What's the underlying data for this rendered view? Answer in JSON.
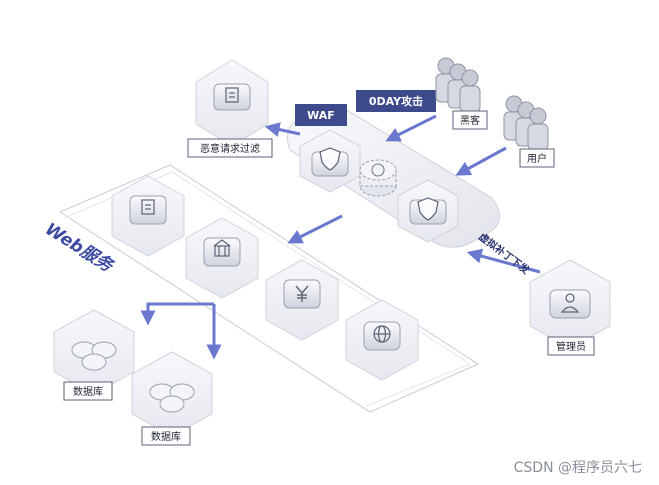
{
  "labels": {
    "malicious_filter": "恶意请求过滤",
    "hacker": "黑客",
    "user": "用户",
    "admin": "管理员",
    "db1": "数据库",
    "db2": "数据库",
    "web_service": "Web服务",
    "virtual_patch": "虚拟补丁下发"
  },
  "tags": {
    "waf": "WAF",
    "zero_day": "0DAY攻击"
  },
  "watermark": "CSDN @程序员六七",
  "colors": {
    "accent": "#5c6bc9",
    "tag_bg": "#3d4a8c",
    "frame": "#d3d6df",
    "block_light": "#f1f2f6",
    "block_mid": "#dcdfe7",
    "block_dark": "#9aa0b0"
  },
  "icons": {
    "filter_node": "document-icon",
    "waf_shield_1": "shield-icon",
    "waf_shield_2": "shield-icon",
    "waf_core": "globe-icon",
    "web_server_1": "document-icon",
    "web_server_2": "building-icon",
    "web_server_3": "yuan-icon",
    "web_server_4": "globe-icon",
    "admin_node": "user-icon",
    "database": "database-icon",
    "people": "people-icon"
  }
}
